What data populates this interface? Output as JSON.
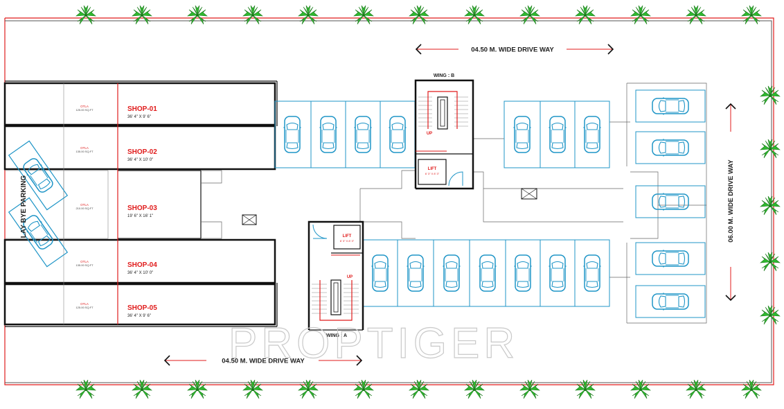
{
  "drive_way_top": "04.50 M. WIDE DRIVE WAY",
  "drive_way_bottom": "04.50 M. WIDE DRIVE WAY",
  "drive_way_right": "06.00 M. WIDE DRIVE WAY",
  "lay_bye": "LAY BYE PARKING",
  "wing_a": "WING : A",
  "wing_b": "WING : B",
  "lift_label": "LIFT",
  "lift_b_dim": "6' 3\" X 8' 3\"",
  "lift_a_dim": "6' 3\" X 8' 3\"",
  "up_label": "UP",
  "watermark": "PROPTIGER",
  "shops": [
    {
      "name": "SHOP-01",
      "dim": "36' 4\" X 9' 6\"",
      "otla": "OTLA",
      "otla_area": "125.00 SQ.FT"
    },
    {
      "name": "SHOP-02",
      "dim": "36' 4\" X 10' 0\"",
      "otla": "OTLA",
      "otla_area": "135.00 SQ.FT"
    },
    {
      "name": "SHOP-03",
      "dim": "19' 6\" X 16' 1\"",
      "otla": "OTLA",
      "otla_area": "210.00 SQ.FT"
    },
    {
      "name": "SHOP-04",
      "dim": "36' 4\" X 10' 0\"",
      "otla": "OTLA",
      "otla_area": "135.00 SQ.FT"
    },
    {
      "name": "SHOP-05",
      "dim": "36' 4\" X 9' 6\"",
      "otla": "OTLA",
      "otla_area": "125.00 SQ.FT"
    }
  ],
  "colors": {
    "wall": "#111111",
    "boundary": "#e01b1b",
    "car": "#1f95c7",
    "tree": "#2fb82f",
    "accent": "#e01b1b"
  }
}
